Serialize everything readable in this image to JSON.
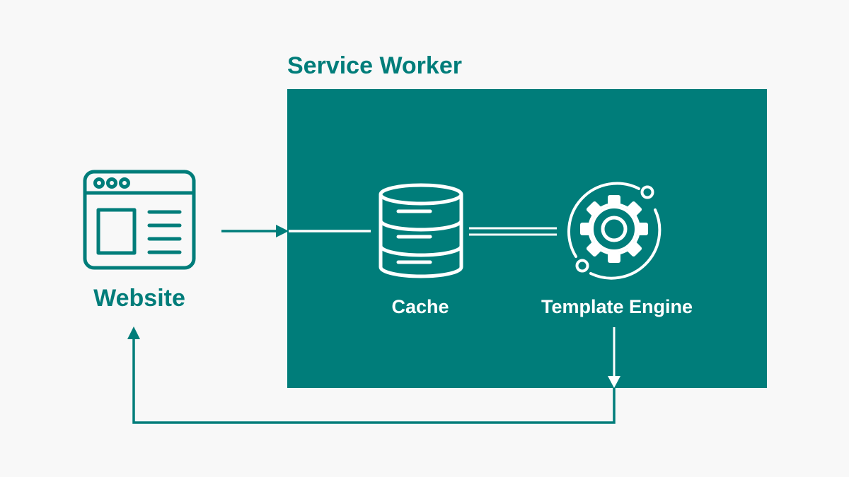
{
  "colors": {
    "teal": "#007d7a",
    "background": "#f8f8f8",
    "white": "#ffffff"
  },
  "container": {
    "title": "Service Worker"
  },
  "nodes": {
    "website": {
      "label": "Website",
      "icon": "browser-window-icon"
    },
    "cache": {
      "label": "Cache",
      "icon": "database-icon"
    },
    "template_engine": {
      "label": "Template Engine",
      "icon": "gear-icon"
    }
  }
}
